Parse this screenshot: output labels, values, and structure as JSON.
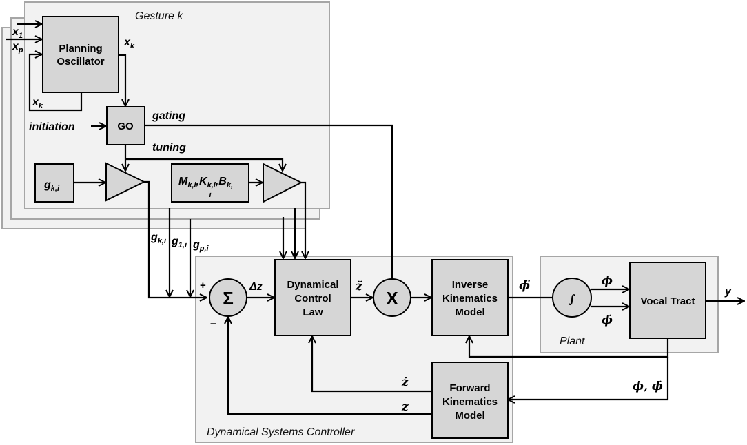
{
  "gesture_panel": {
    "caption": "Gesture k",
    "planning_oscillator": [
      "Planning",
      "Oscillator"
    ],
    "go_block": "GO",
    "gain_block": {
      "base": "g",
      "sub": "k,i"
    },
    "mkb_block": {
      "m": "M",
      "m_sub": "k,i",
      "k": "K",
      "k_sub": "k,i",
      "b": "B",
      "b_sub": "k,",
      "wrap_sub": "i"
    },
    "labels": {
      "x1": {
        "base": "x",
        "sub": "1"
      },
      "xp": {
        "base": "x",
        "sub": "p"
      },
      "xk_out": {
        "base": "x",
        "sub": "k"
      },
      "xk_loop": {
        "base": "x",
        "sub": "k"
      },
      "initiation": "initiation",
      "gating": "gating",
      "tuning": "tuning"
    }
  },
  "signals": {
    "gki": {
      "base": "g",
      "sub": "k,i"
    },
    "g1i": {
      "base": "g",
      "sub": "1,i"
    },
    "gpi": {
      "base": "g",
      "sub": "p,i"
    },
    "plus": "+",
    "minus": "−",
    "delta_z": "Δz",
    "z_ddot": "z̈",
    "phi_ddot": "ϕ̈",
    "phi": "ϕ",
    "phi_dot": "ϕ̇",
    "phi_phidot": "ϕ, ϕ̇",
    "z_dot": "ż",
    "z": "z",
    "y": "y"
  },
  "controller_panel": {
    "caption": "Dynamical Systems Controller",
    "sum_symbol": "Σ",
    "mult_symbol": "X",
    "dynamical_control_law": [
      "Dynamical",
      "Control",
      "Law"
    ],
    "inverse_kinematics": [
      "Inverse",
      "Kinematics",
      "Model"
    ],
    "forward_kinematics": [
      "Forward",
      "Kinematics",
      "Model"
    ]
  },
  "plant_panel": {
    "caption": "Plant",
    "integrator_symbol": "∫",
    "vocal_tract": "Vocal Tract"
  }
}
